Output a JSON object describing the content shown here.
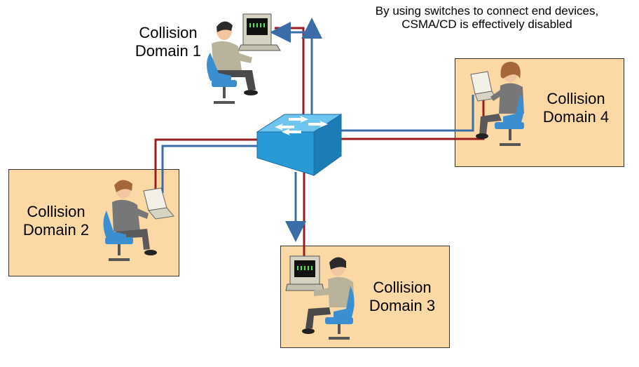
{
  "note": {
    "line1": "By using switches to connect end devices,",
    "line2": "CSMA/CD is effectively disabled"
  },
  "domains": [
    {
      "line1": "Collision",
      "line2": "Domain 1"
    },
    {
      "line1": "Collision",
      "line2": "Domain 2"
    },
    {
      "line1": "Collision",
      "line2": "Domain 3"
    },
    {
      "line1": "Collision",
      "line2": "Domain 4"
    }
  ],
  "colors": {
    "domain_fill": "#fcd8a4",
    "link_red": "#9b1c1c",
    "link_blue": "#3a6da8",
    "switch_blue": "#2a9ad6"
  },
  "icons": {
    "switch": "switch-icon",
    "workstation_user": "person-at-workstation-icon",
    "laptop_user": "person-at-laptop-icon"
  }
}
